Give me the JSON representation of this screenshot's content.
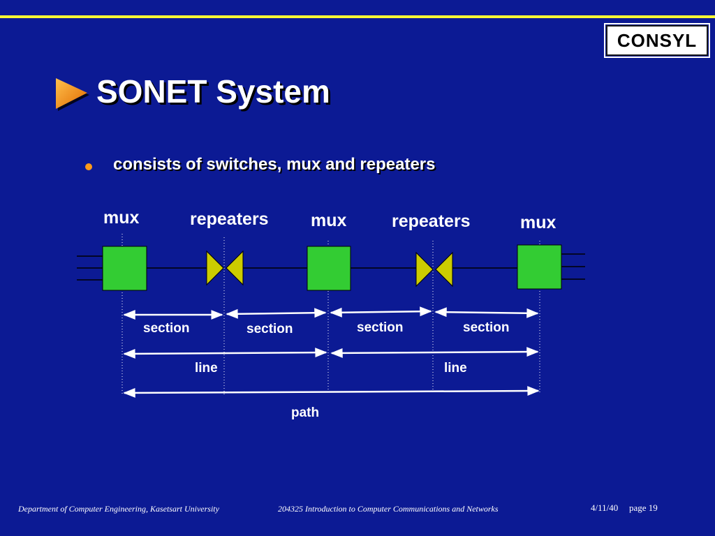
{
  "logo": {
    "text": "CONSYL"
  },
  "title": "SONET System",
  "bullet": {
    "text": "consists of switches, mux and repeaters"
  },
  "diagram": {
    "labels": {
      "mux1": "mux",
      "rep1": "repeaters",
      "mux2": "mux",
      "rep2": "repeaters",
      "mux3": "mux"
    },
    "sections": [
      "section",
      "section",
      "section",
      "section"
    ],
    "lines": [
      "line",
      "line"
    ],
    "path": "path"
  },
  "footer": {
    "department": "Department of Computer Engineering, Kasetsart University",
    "course": "204325 Introduction to Computer Communications and Networks",
    "date": "4/11/40",
    "page": "page 19"
  },
  "colors": {
    "background": "#0c1a94",
    "accent_rule": "#ffff33",
    "mux_fill": "#33cc33",
    "repeater_fill": "#cccc00",
    "bullet": "#ff9a1a",
    "title_arrow": "#ff9a1a"
  }
}
